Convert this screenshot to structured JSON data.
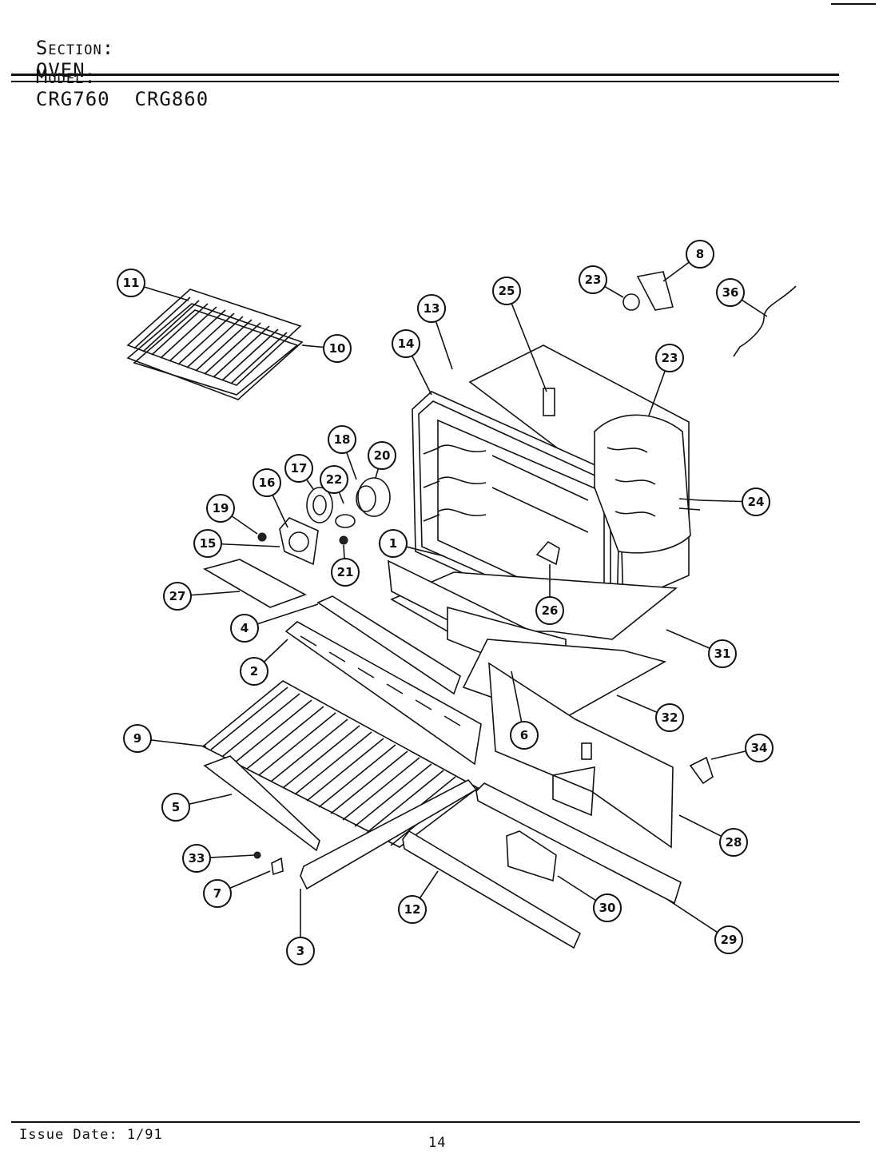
{
  "header": {
    "section_label": "Section:",
    "section_value": "OVEN",
    "model_label": "Model:",
    "model_value": "CRG760  CRG860"
  },
  "footer": {
    "issue_date": "Issue Date: 1/91",
    "page_number": "14"
  },
  "callouts": [
    "1",
    "2",
    "3",
    "4",
    "5",
    "6",
    "7",
    "8",
    "9",
    "10",
    "11",
    "12",
    "13",
    "14",
    "15",
    "16",
    "17",
    "18",
    "19",
    "20",
    "21",
    "22",
    "23",
    "23",
    "24",
    "25",
    "26",
    "27",
    "28",
    "29",
    "30",
    "31",
    "32",
    "33",
    "34",
    "36"
  ]
}
